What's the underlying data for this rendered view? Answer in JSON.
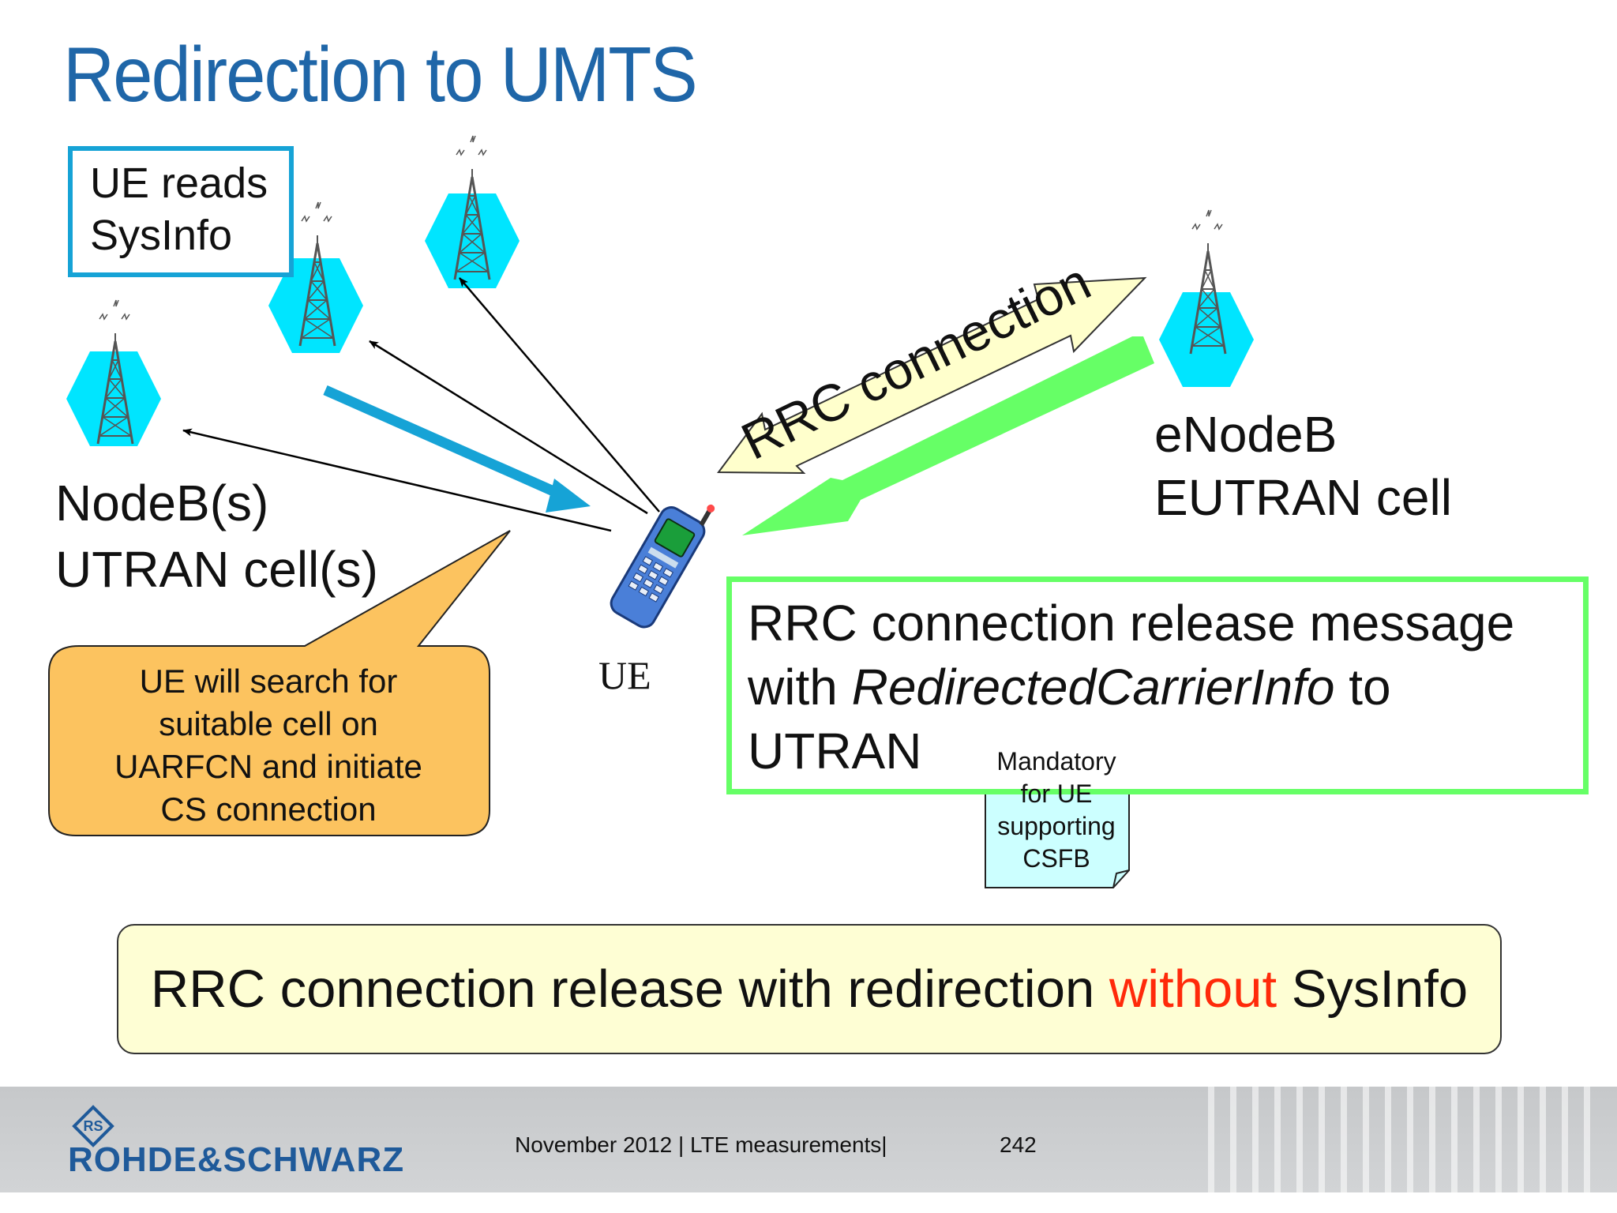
{
  "title": "Redirection to UMTS",
  "sysinfo_box": {
    "line1": "UE reads",
    "line2": "SysInfo"
  },
  "nodeb_label": {
    "line1": "NodeB(s)",
    "line2": "UTRAN cell(s)"
  },
  "enodeb_label": {
    "line1": "eNodeB",
    "line2": "EUTRAN cell"
  },
  "ue_label": "UE",
  "rrc_arrow_label": "RRC connection",
  "callout": {
    "line1": "UE will search for",
    "line2": "suitable cell on",
    "line3": "UARFCN and initiate",
    "line4": "CS connection"
  },
  "release_box": {
    "line1": "RRC connection release message",
    "line2_prefix": "with ",
    "line2_em": "RedirectedCarrierInfo",
    "line2_suffix": " to",
    "line3": "UTRAN"
  },
  "note": {
    "line1": "Mandatory",
    "line2": "for UE",
    "line3": "supporting",
    "line4": "CSFB"
  },
  "summary": {
    "before": "RRC connection release with redirection ",
    "highlight": "without",
    "after": " SysInfo"
  },
  "footer": {
    "brand": "ROHDE&SCHWARZ",
    "logo_text": "RS",
    "text": "November 2012 |  LTE measurements|",
    "page": "242"
  },
  "colors": {
    "title": "#1f66a8",
    "cell_hexagon": "#00e5ff",
    "sysinfo_border": "#16a3d6",
    "release_border": "#66ff66",
    "rrc_arrow_fill": "#ffffcc",
    "release_arrow": "#66ff66",
    "callout_fill": "#fcc35f",
    "note_fill": "#ccffff",
    "summary_fill": "#fefed4",
    "highlight": "#ff2a0a"
  },
  "icons": [
    "cell-tower-icon",
    "mobile-phone-icon",
    "rohde-schwarz-logo-icon"
  ]
}
